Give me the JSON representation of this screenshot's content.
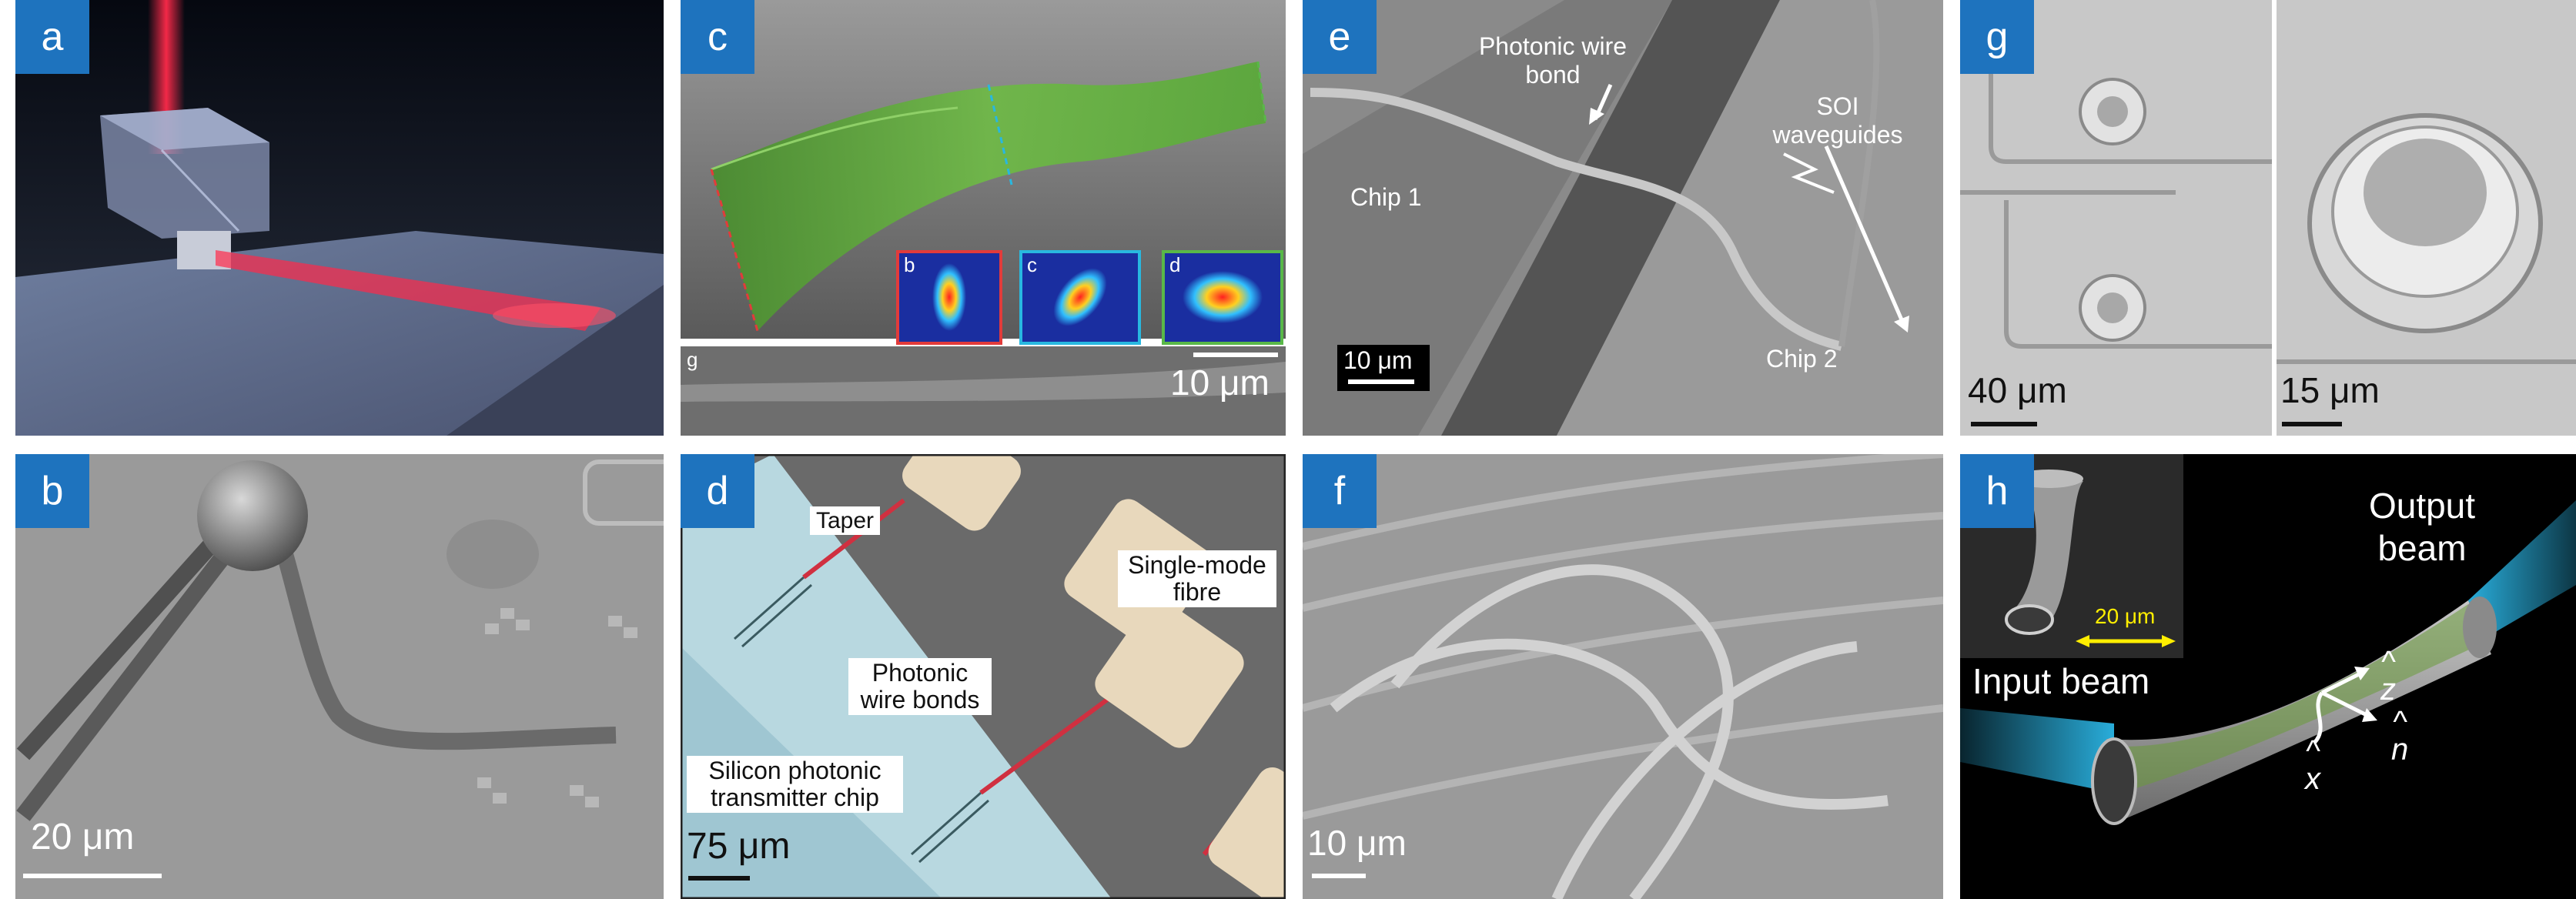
{
  "panels": [
    {
      "id": "a",
      "tag": "a"
    },
    {
      "id": "b",
      "tag": "b",
      "scale": "20 μm"
    },
    {
      "id": "c",
      "tag": "c",
      "scale": "10 μm",
      "strip_tag": "g",
      "insets": [
        {
          "tag": "b",
          "border": "#e23b3b"
        },
        {
          "tag": "c",
          "border": "#28b8e0"
        },
        {
          "tag": "d",
          "border": "#59b848"
        }
      ]
    },
    {
      "id": "d",
      "tag": "d",
      "scale": "75 μm",
      "labels": {
        "taper": "Taper",
        "fibre": "Single-mode fibre",
        "bonds": "Photonic wire bonds",
        "chip": "Silicon photonic transmitter chip"
      }
    },
    {
      "id": "e",
      "tag": "e",
      "scale": "10 μm",
      "labels": {
        "bond": "Photonic wire bond",
        "chip1": "Chip 1",
        "soi": "SOI waveguides",
        "chip2": "Chip 2"
      }
    },
    {
      "id": "f",
      "tag": "f",
      "scale": "10 μm"
    },
    {
      "id": "g",
      "tag": "g",
      "scale_left": "40 μm",
      "scale_right": "15 μm"
    },
    {
      "id": "h",
      "tag": "h",
      "inset_scale": "20 μm",
      "labels": {
        "output": "Output beam",
        "input": "Input beam",
        "z": "z",
        "n": "n",
        "x": "x"
      }
    }
  ],
  "colors": {
    "tag_bg": "#1e73be",
    "laser": "#ff2a4a",
    "waveguide": "#5aa83a",
    "beam": "#2bb6e6",
    "scale_yellow": "#ffee00"
  }
}
